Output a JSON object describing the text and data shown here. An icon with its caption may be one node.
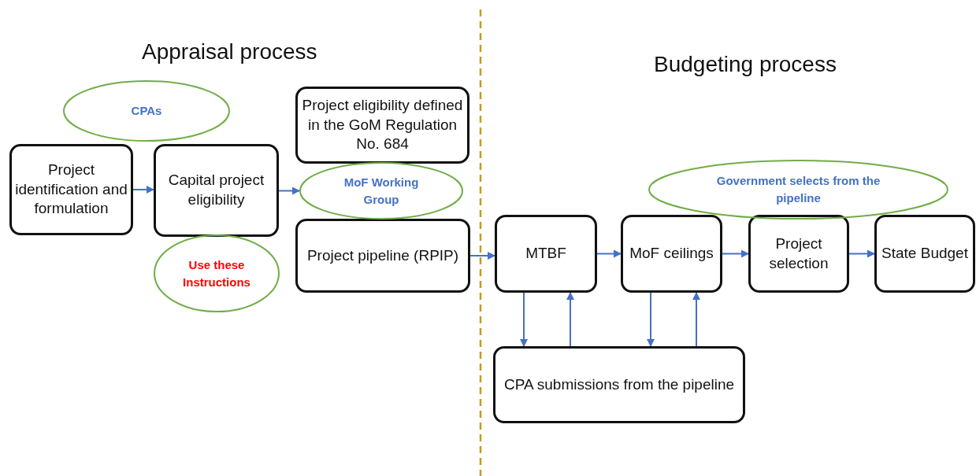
{
  "diagram": {
    "nodes": [
      {
        "text": [
          "Project identification and formulation"
        ]
      },
      {
        "text": [
          "CPAs"
        ]
      },
      {
        "text": [
          "Capital project eligibility"
        ]
      },
      {
        "text": [
          "Use these Instructions"
        ]
      },
      {
        "text": [
          "Project eligibility defined in the GoM Regulation No. 684"
        ]
      },
      {
        "text": [
          "MoF Working Group"
        ]
      },
      {
        "text": [
          "Project pipeline (RPIP)"
        ]
      },
      {
        "text": [
          "MTBF"
        ]
      },
      {
        "text": [
          "MoF ceilings"
        ]
      },
      {
        "text": [
          "Government selects from the pipeline"
        ]
      },
      {
        "text": [
          "Project selection"
        ]
      },
      {
        "text": [
          "State Budget"
        ]
      },
      {
        "text": [
          "CPA submissions from the pipeline"
        ]
      }
    ],
    "edges": [
      {
        "from": 0,
        "to": 2,
        "arrow": "to"
      },
      {
        "from": 2,
        "to": 5,
        "arrow": "to"
      },
      {
        "from": 6,
        "to": 7,
        "arrow": "to"
      },
      {
        "from": 7,
        "to": 8,
        "arrow": "to"
      },
      {
        "from": 8,
        "to": 10,
        "arrow": "to"
      },
      {
        "from": 10,
        "to": 11,
        "arrow": "to"
      },
      {
        "from": 7,
        "to": 12,
        "arrow": "to"
      },
      {
        "from": 12,
        "to": 7,
        "arrow": "to"
      },
      {
        "from": 8,
        "to": 12,
        "arrow": "to"
      },
      {
        "from": 12,
        "to": 8,
        "arrow": "to"
      }
    ],
    "labels": [
      "Appraisal process",
      "Budgeting process"
    ]
  }
}
